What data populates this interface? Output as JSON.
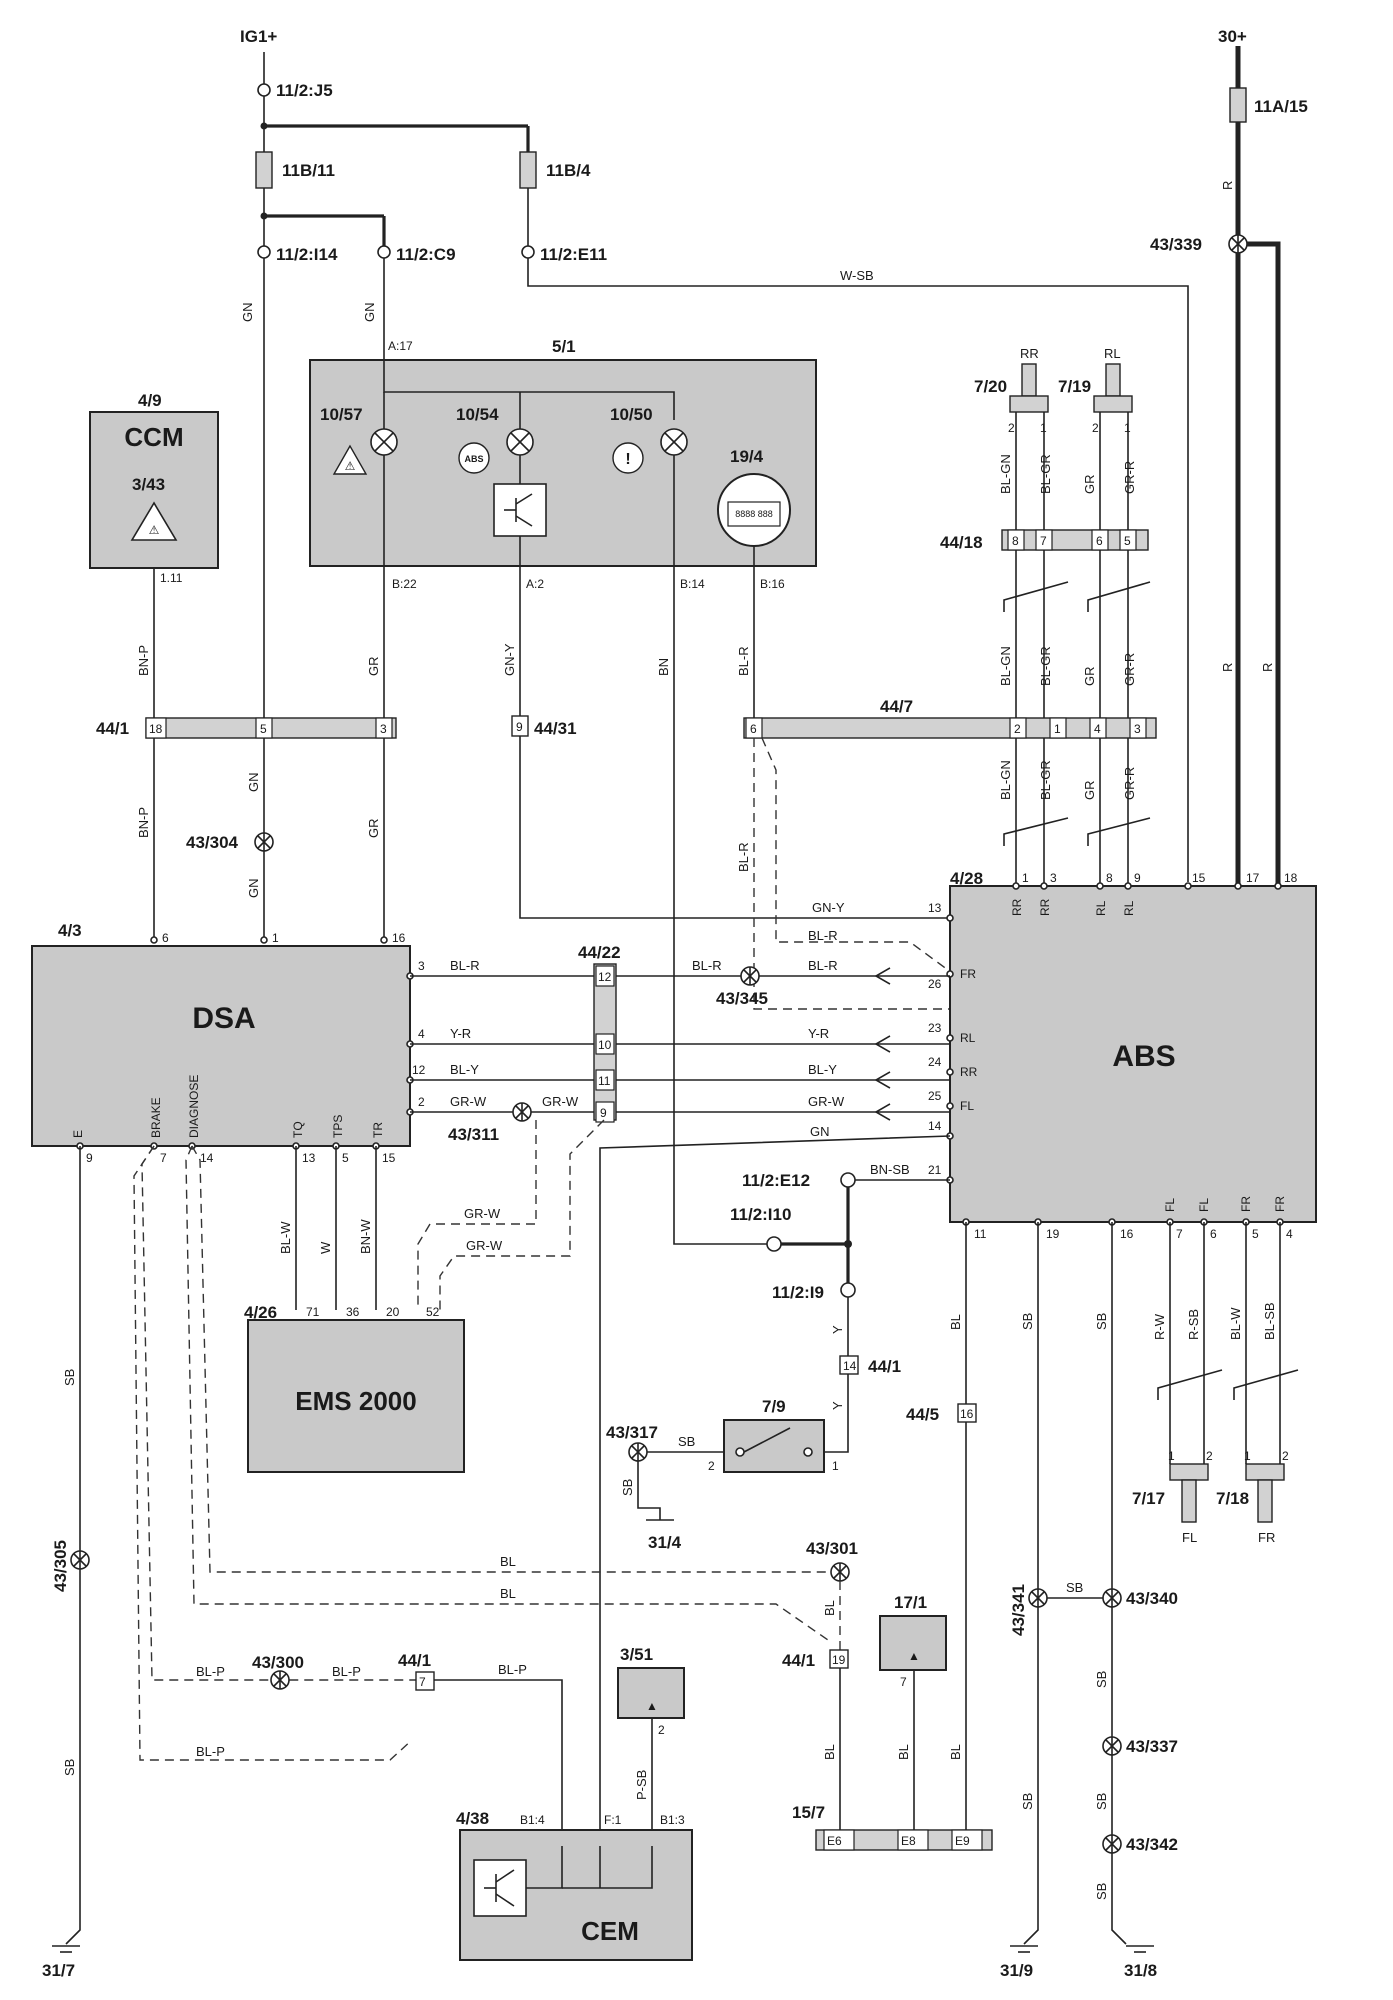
{
  "supplies": {
    "ig1": "IG1+",
    "b30": "30+"
  },
  "fuses": {
    "f1": "11B/11",
    "f2": "11B/4",
    "f3": "11A/15"
  },
  "terminals": {
    "j5": "11/2:J5",
    "i14": "11/2:I14",
    "c9": "11/2:C9",
    "e11": "11/2:E11",
    "e12": "11/2:E12",
    "i10": "11/2:I10",
    "i9": "11/2:I9"
  },
  "modules": {
    "ccm": {
      "id": "4/9",
      "label": "CCM",
      "sub": "3/43",
      "pin": "1.11"
    },
    "combi": {
      "id": "5/1",
      "pins": [
        "A:17",
        "B:22",
        "A:2",
        "B:14",
        "B:16"
      ],
      "lamps": [
        "10/57",
        "10/54",
        "10/50",
        "19/4"
      ],
      "abs_text": "ABS"
    },
    "dsa": {
      "id": "4/3",
      "label": "DSA",
      "bottom_pins": [
        "E",
        "BRAKE",
        "DIAGNOSE",
        "TQ",
        "TPS",
        "TR"
      ],
      "pin_numbers": [
        "9",
        "7",
        "14",
        "13",
        "5",
        "15",
        "6",
        "1",
        "16",
        "3",
        "4",
        "12",
        "2"
      ]
    },
    "abs": {
      "id": "4/28",
      "label": "ABS",
      "top_pins": [
        "1",
        "3",
        "8",
        "9",
        "15",
        "17",
        "18",
        "RR",
        "RR",
        "RL",
        "RL"
      ],
      "left_pins": [
        "13",
        "26",
        "23",
        "24",
        "25",
        "14",
        "21",
        "FR",
        "RL",
        "RR",
        "FL"
      ],
      "bottom_pins": [
        "11",
        "19",
        "16",
        "7",
        "6",
        "5",
        "4",
        "FL",
        "FL",
        "FR",
        "FR"
      ]
    },
    "ems": {
      "id": "4/26",
      "label": "EMS 2000",
      "pins": [
        "71",
        "36",
        "20",
        "52"
      ]
    },
    "cem": {
      "id": "4/38",
      "label": "CEM",
      "pins": [
        "B1:4",
        "F:1",
        "B1:3"
      ]
    }
  },
  "sensors": {
    "s7_20": "7/20",
    "s7_19": "7/19",
    "s7_17": "7/17",
    "s7_18": "7/18",
    "rr": "RR",
    "rl": "RL",
    "fl": "FL",
    "fr": "FR",
    "p1": "1",
    "p2": "2"
  },
  "connectors": {
    "c44_1": "44/1",
    "c44_18": "44/18",
    "c44_31": "44/31",
    "c44_7": "44/7",
    "c44_22": "44/22",
    "c44_5": "44/5",
    "c15_7": "15/7",
    "c3_51": "3/51",
    "c17_1": "17/1",
    "sw7_9": "7/9"
  },
  "connector_pins": {
    "c44_1a": [
      "18",
      "5",
      "3"
    ],
    "c44_18": [
      "8",
      "7",
      "6",
      "5"
    ],
    "c44_7": [
      "6",
      "2",
      "1",
      "4",
      "3"
    ],
    "c44_22": [
      "12",
      "10",
      "11",
      "9"
    ],
    "c15_7": [
      "E6",
      "E8",
      "E9"
    ],
    "misc": [
      "9",
      "14",
      "10",
      "19",
      "16",
      "7",
      "2",
      "1"
    ]
  },
  "grounds": {
    "g1": "43/339",
    "g2": "43/304",
    "g3": "43/345",
    "g4": "43/311",
    "g5": "43/317",
    "g6": "43/305",
    "g7": "43/301",
    "g8": "43/300",
    "g9": "43/341",
    "g10": "43/340",
    "g11": "43/337",
    "g12": "43/342",
    "e1": "31/4",
    "e2": "31/7",
    "e3": "31/9",
    "e4": "31/8"
  },
  "wire_colors": {
    "r": "R",
    "wsb": "W-SB",
    "gn": "GN",
    "gr": "GR",
    "bnp": "BN-P",
    "gny": "GN-Y",
    "bn": "BN",
    "blr": "BL-R",
    "blgn": "BL-GN",
    "blgr": "BL-GR",
    "grr": "GR-R",
    "yr": "Y-R",
    "bly": "BL-Y",
    "grw": "GR-W",
    "blw": "BL-W",
    "w": "W",
    "bnw": "BN-W",
    "bnsb": "BN-SB",
    "y": "Y",
    "bl": "BL",
    "sb": "SB",
    "blp": "BL-P",
    "psb": "P-SB",
    "rw": "R-W",
    "rsb": "R-SB",
    "blsb": "BL-SB"
  }
}
